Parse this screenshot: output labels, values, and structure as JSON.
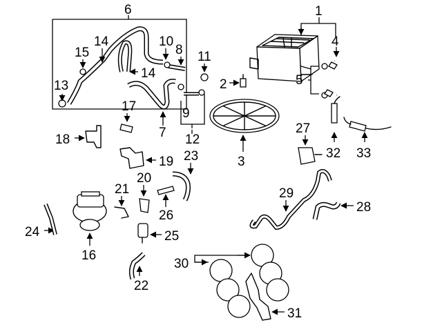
{
  "diagram": {
    "labels": [
      "1",
      "2",
      "3",
      "4",
      "5",
      "6",
      "7",
      "8",
      "9",
      "10",
      "11",
      "12",
      "13",
      "14",
      "14",
      "15",
      "16",
      "17",
      "18",
      "19",
      "20",
      "21",
      "22",
      "23",
      "24",
      "25",
      "26",
      "27",
      "28",
      "29",
      "30",
      "31",
      "32",
      "33"
    ]
  }
}
